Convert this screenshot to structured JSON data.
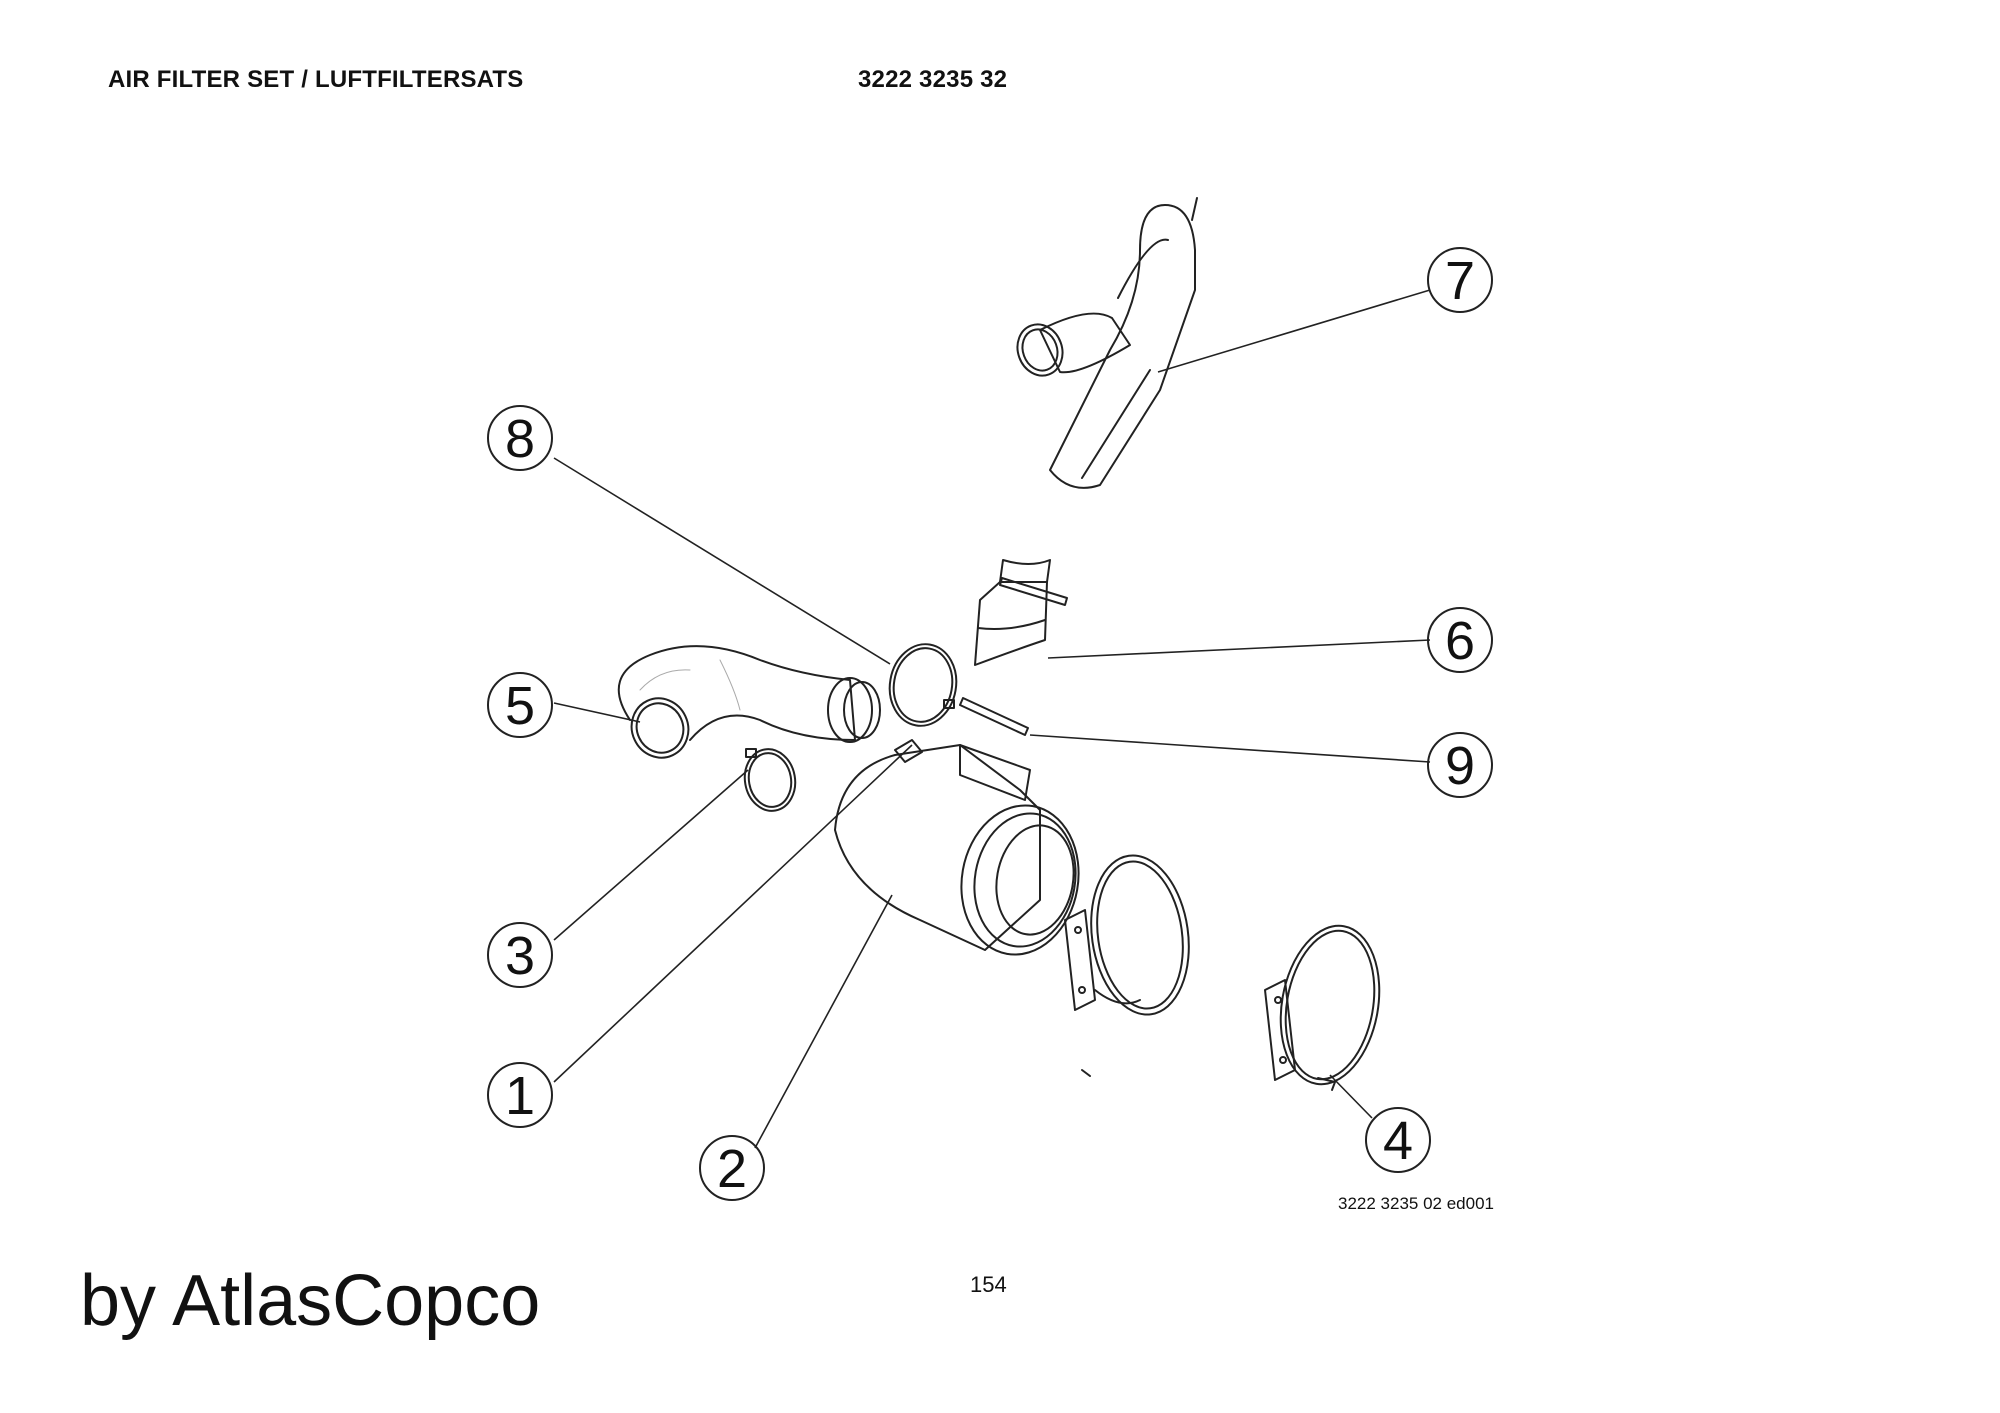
{
  "header": {
    "title": "AIR FILTER SET / LUFTFILTERSATS",
    "part_number": "3222 3235 32"
  },
  "callouts": [
    "1",
    "2",
    "3",
    "4",
    "5",
    "6",
    "7",
    "8",
    "9"
  ],
  "footer": {
    "drawing_id": "3222 3235 02 ed001",
    "page_number": "154",
    "brand": "by AtlasCopco"
  }
}
